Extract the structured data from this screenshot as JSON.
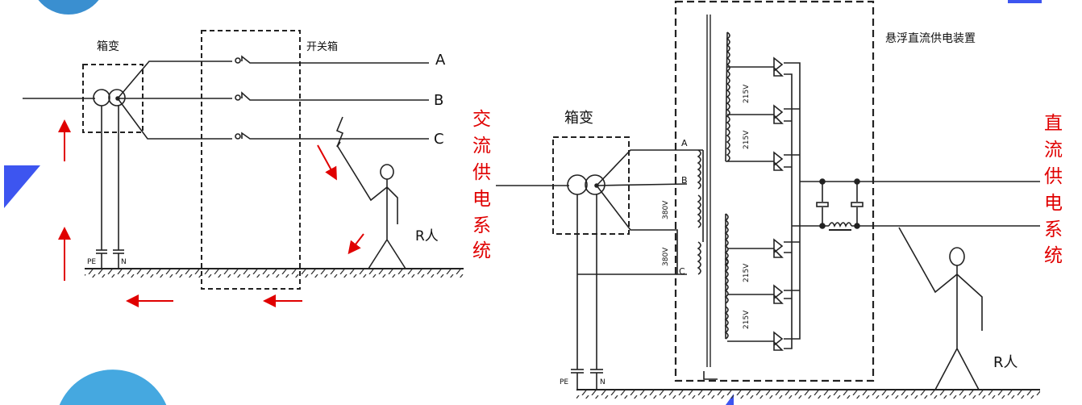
{
  "left_diagram": {
    "box_transformer_label": "箱变",
    "switch_box_label": "开关箱",
    "phases": [
      "A",
      "B",
      "C"
    ],
    "pe_label": "PE",
    "n_label": "N",
    "person_resistance_label": "R人",
    "system_label": [
      "交",
      "流",
      "供",
      "电",
      "系",
      "统"
    ]
  },
  "right_diagram": {
    "box_transformer_label": "箱变",
    "device_label": "悬浮直流供电装置",
    "phases": [
      "A",
      "B",
      "C"
    ],
    "primary_voltage": "380V",
    "secondary_voltage": "215V",
    "pe_label": "PE",
    "n_label": "N",
    "person_resistance_label": "R人",
    "system_label": [
      "直",
      "流",
      "供",
      "电",
      "系",
      "统"
    ]
  },
  "colors": {
    "accent_blue": "#3d55f0",
    "circle_blue": "#3aa0dc",
    "arrow_red": "#e00000"
  }
}
